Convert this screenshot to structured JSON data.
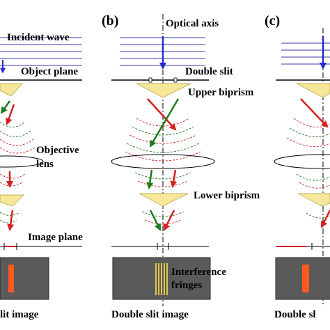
{
  "panels": {
    "b": {
      "letter": "(b)"
    },
    "c": {
      "letter": "(c)"
    }
  },
  "labels": {
    "incident_wave": "Incident wave",
    "object_plane": "Object plane",
    "objective": "Objective",
    "lens": "lens",
    "image_plane": "Image plane",
    "optical_axis": "Optical axis",
    "double_slit": "Double slit",
    "upper_biprism": "Upper biprism",
    "lower_biprism": "Lower biprism",
    "interference": "Interference",
    "fringes": "fringes"
  },
  "captions": {
    "a": "lit image",
    "b": "Double slit image",
    "c": "Double sl"
  },
  "colors": {
    "wave": "#3a3aa8",
    "arrow_green": "#1f7a1f",
    "arrow_red": "#d42020",
    "biprism_fill": "#f6e79a",
    "image_box": "#5a5a5a",
    "slit_image": "#ff5a1e",
    "fringe_yellow": "#ffe14a"
  }
}
